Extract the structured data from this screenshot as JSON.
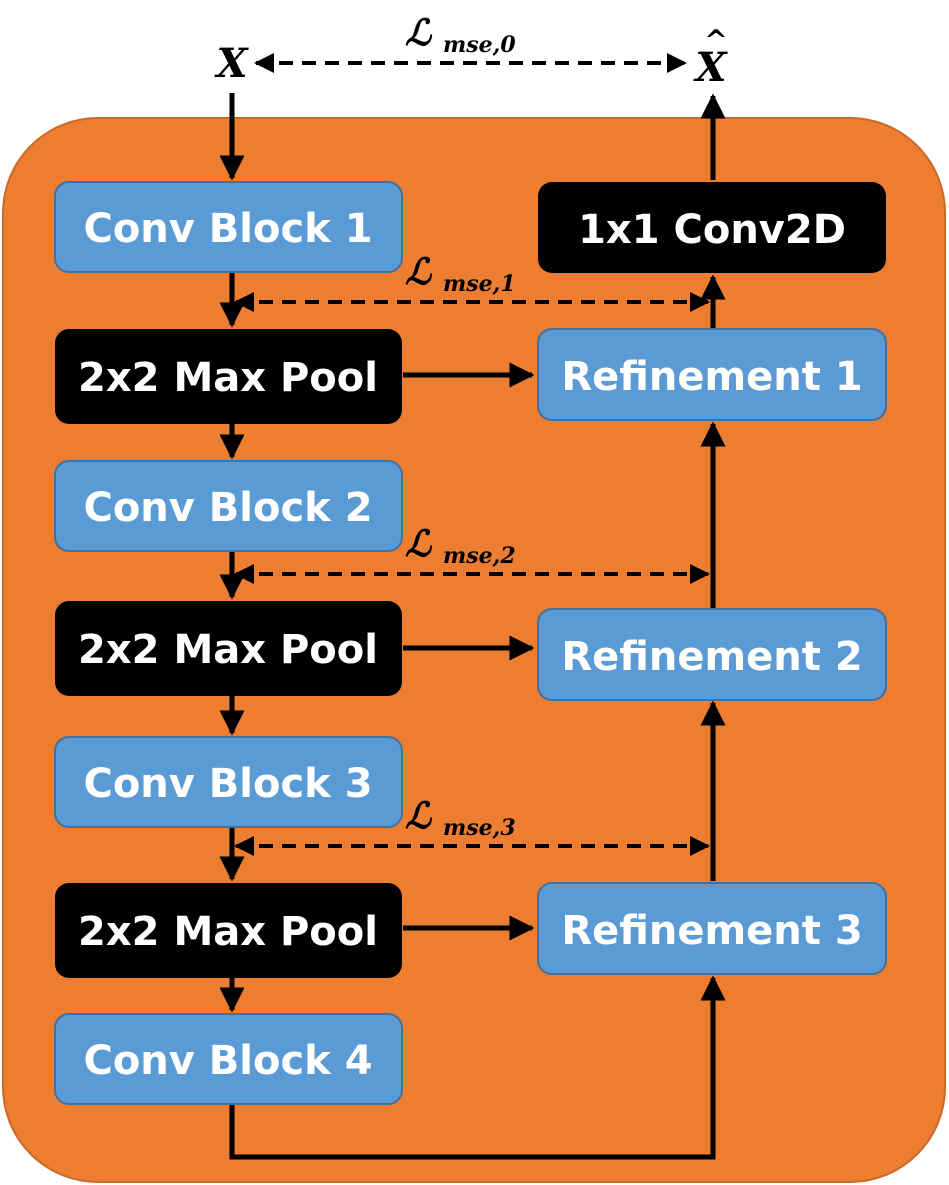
{
  "diagram": {
    "input_label": "X",
    "output_label": "X",
    "output_hat": "^",
    "losses": [
      {
        "script": "ℒ",
        "sub": "mse,0"
      },
      {
        "script": "ℒ",
        "sub": "mse,1"
      },
      {
        "script": "ℒ",
        "sub": "mse,2"
      },
      {
        "script": "ℒ",
        "sub": "mse,3"
      }
    ],
    "encoder": {
      "conv1": "Conv Block 1",
      "pool1": "2x2 Max Pool",
      "conv2": "Conv Block 2",
      "pool2": "2x2 Max Pool",
      "conv3": "Conv Block 3",
      "pool3": "2x2 Max Pool",
      "conv4": "Conv Block 4"
    },
    "decoder": {
      "final_conv": "1x1 Conv2D",
      "ref1": "Refinement 1",
      "ref2": "Refinement 2",
      "ref3": "Refinement 3"
    },
    "colors": {
      "panel": "#ED7D31",
      "block_blue": "#5B9BD5",
      "block_black": "#000000",
      "text_white": "#FFFFFF"
    }
  }
}
